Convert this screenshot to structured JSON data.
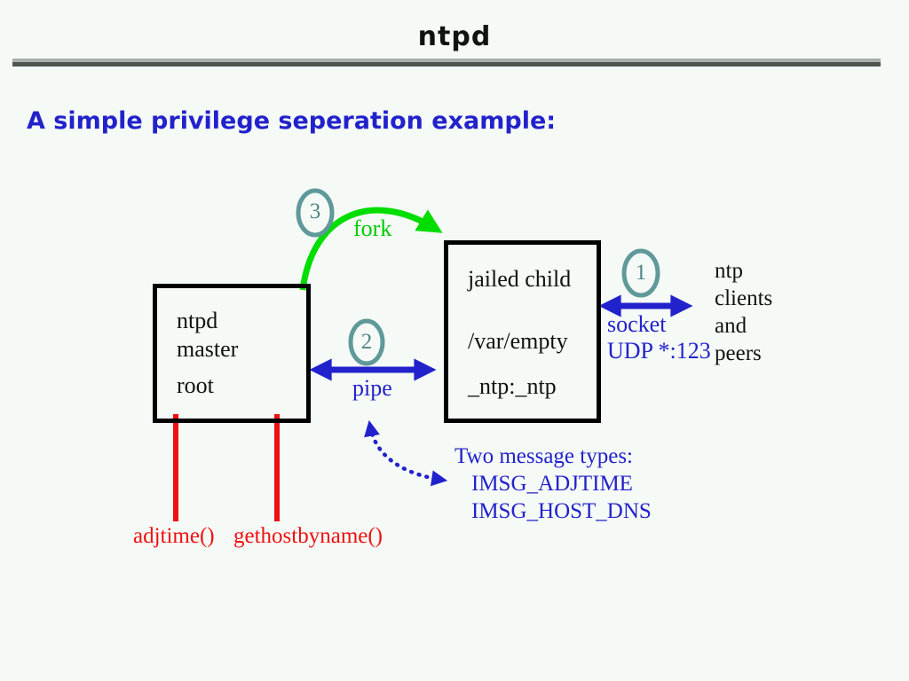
{
  "header": {
    "title": "ntpd"
  },
  "subtitle": "A simple privilege seperation example:",
  "diagram": {
    "master_box": {
      "lines": [
        "ntpd",
        "master",
        "root"
      ]
    },
    "child_box": {
      "lines": [
        "jailed child",
        "/var/empty",
        "_ntp:_ntp"
      ]
    },
    "steps": {
      "one": "1",
      "two": "2",
      "three": "3"
    },
    "labels": {
      "fork": "fork",
      "pipe": "pipe",
      "socket": "socket",
      "udp": "UDP *:123",
      "right_side": [
        "ntp",
        "clients",
        "and",
        "peers"
      ],
      "messages_title": "Two message types:",
      "message1": "IMSG_ADJTIME",
      "message2": "IMSG_HOST_DNS",
      "adjtime": "adjtime()",
      "gethostbyname": "gethostbyname()"
    },
    "colors": {
      "blue": "#2222cc",
      "green": "#00dd00",
      "red": "#ee1111",
      "circle_stroke": "#5f9999",
      "box_border": "#000000",
      "rule_light": "#a9b0a9",
      "rule_dark": "#4e564e",
      "background": "#f5faf6"
    }
  }
}
